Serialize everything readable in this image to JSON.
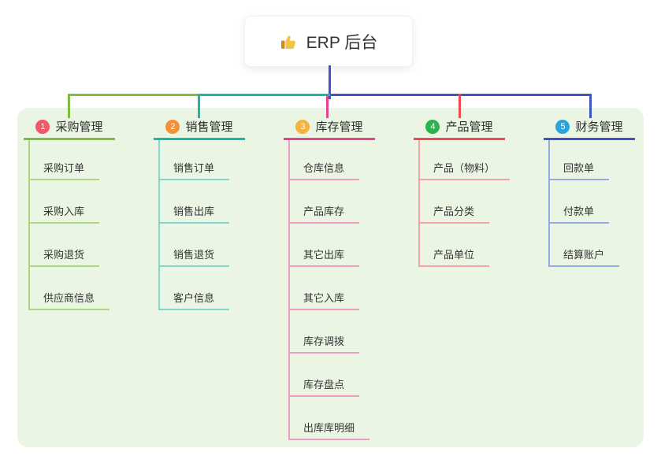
{
  "root": {
    "label": "ERP 后台",
    "icon": "thumbs-up",
    "line_color": "#4154c8"
  },
  "panel": {
    "color": "#eaf6e3"
  },
  "branches": [
    {
      "number": "1",
      "title": "采购管理",
      "badge_color": "#f25965",
      "line_color": "#7cbf3f",
      "child_line_color": "#abd682",
      "children": [
        "采购订单",
        "采购入库",
        "采购退货",
        "供应商信息"
      ]
    },
    {
      "number": "2",
      "title": "销售管理",
      "badge_color": "#f2903c",
      "line_color": "#17b8a9",
      "child_line_color": "#82d6cb",
      "children": [
        "销售订单",
        "销售出库",
        "销售退货",
        "客户信息"
      ]
    },
    {
      "number": "3",
      "title": "库存管理",
      "badge_color": "#f6b33c",
      "line_color": "#e94090",
      "child_line_color": "#f39bc5",
      "children": [
        "仓库信息",
        "产品库存",
        "其它出库",
        "其它入库",
        "库存调拨",
        "库存盘点",
        "出库库明细"
      ]
    },
    {
      "number": "4",
      "title": "产品管理",
      "badge_color": "#2cb34e",
      "line_color": "#f0494f",
      "child_line_color": "#f7a2a5",
      "children": [
        "产品（物料）",
        "产品分类",
        "产品单位"
      ]
    },
    {
      "number": "5",
      "title": "财务管理",
      "badge_color": "#2aa5dc",
      "line_color": "#3e55c8",
      "child_line_color": "#97abe3",
      "children": [
        "回款单",
        "付款单",
        "结算账户"
      ]
    }
  ]
}
